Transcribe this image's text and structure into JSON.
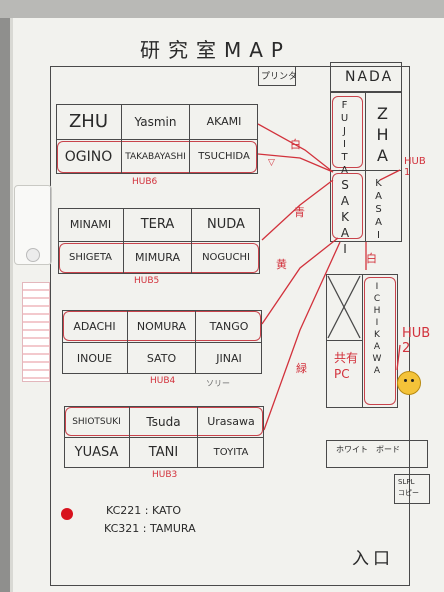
{
  "title": "研究室MAP",
  "printer_label": "プリンタ",
  "nada": "NADA",
  "right_block": {
    "top_left": "FUJITA",
    "top_right": "ZHA",
    "bottom_left": "SAKAI",
    "bottom_right": "KASAI"
  },
  "hubs": {
    "hub1": "HUB 1",
    "hub2": "HUB 2",
    "hub3": "HUB3",
    "hub4": "HUB4",
    "hub5": "HUB5",
    "hub6": "HUB6"
  },
  "colors_labels": {
    "white": "白",
    "blue": "青",
    "yellow": "黄",
    "green": "緑",
    "white2": "白"
  },
  "group1": {
    "row1": [
      "ZHU",
      "Yasmin",
      "AKAMI"
    ],
    "row2": [
      "OGINO",
      "TAKABAYASHI",
      "TSUCHIDA"
    ]
  },
  "group2": {
    "row1": [
      "MINAMI",
      "TERA",
      "NUDA"
    ],
    "row2": [
      "SHIGETA",
      "MIMURA",
      "NOGUCHI"
    ]
  },
  "group3": {
    "row1": [
      "ADACHI",
      "NOMURA",
      "TANGO"
    ],
    "row2": [
      "INOUE",
      "SATO",
      "JINAI"
    ]
  },
  "group4": {
    "row1": [
      "SHIOTSUKI",
      "Tsuda",
      "Urasawa"
    ],
    "row2": [
      "YUASA",
      "TANI",
      "TOYITA"
    ]
  },
  "group3_note": "ソリー",
  "right_lower": {
    "name": "ICHIKAWA",
    "shared_pc": "共有\nPC"
  },
  "whiteboard_label": "ホワイト　ボード",
  "slpl_label": "SLPL\nコピー",
  "entrance": "入口",
  "kc_lines": [
    "KC221 : KATO",
    "KC321 : TAMURA"
  ],
  "accent_color": "#d2323c"
}
